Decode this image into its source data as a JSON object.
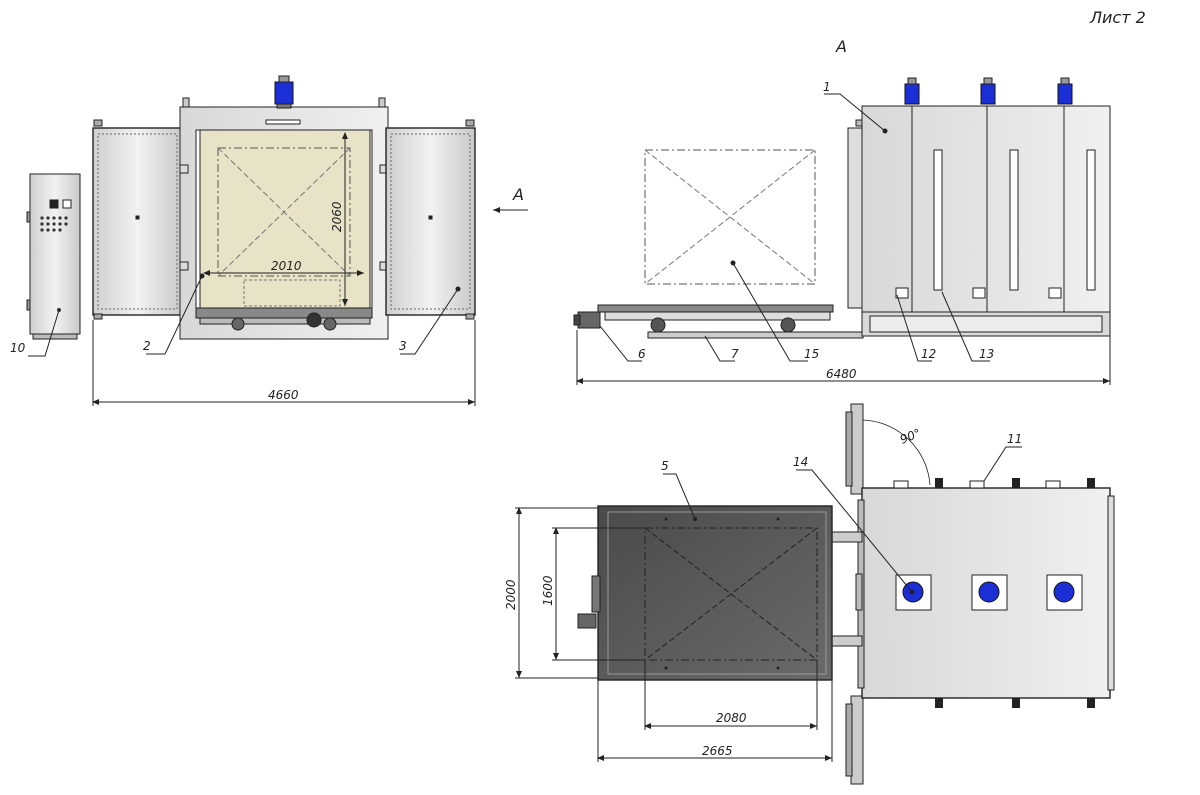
{
  "sheet_title": "Лист 2",
  "view_label": "A",
  "arrow_label": "A",
  "dimensions": {
    "front_width": "2010",
    "front_height": "2060",
    "overall_width_front": "4660",
    "overall_length_side": "6480",
    "door_angle": "90°",
    "cart_outer_width": "2000",
    "cart_inner_width": "1600",
    "cart_inner_length": "2080",
    "cart_outer_length": "2665"
  },
  "callouts": {
    "c1": "1",
    "c2": "2",
    "c3": "3",
    "c5": "5",
    "c6": "6",
    "c7": "7",
    "c10": "10",
    "c11": "11",
    "c12": "12",
    "c13": "13",
    "c14": "14",
    "c15": "15"
  },
  "colors": {
    "line": "#222222",
    "steel_light": "#e6e6e6",
    "steel_mid": "#bdbdbd",
    "chamber": "#e7e3c6",
    "cart_dark": "#555555",
    "motor_blue": "#1c2fd6"
  }
}
